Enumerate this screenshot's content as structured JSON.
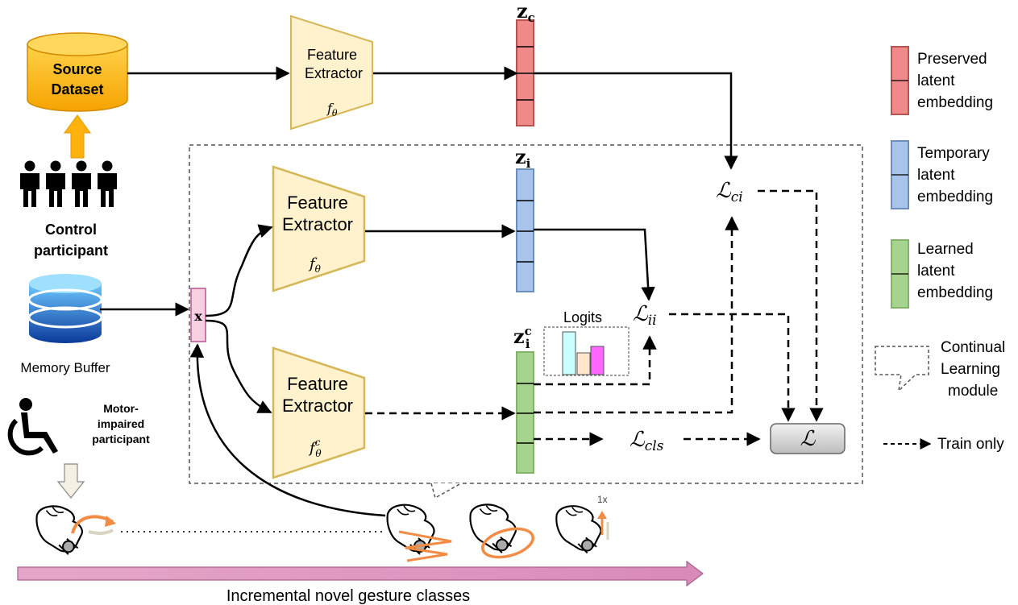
{
  "source_dataset": {
    "line1": "Source",
    "line2": "Dataset"
  },
  "control_participant": {
    "line1": "Control",
    "line2": "participant"
  },
  "memory_buffer": "Memory Buffer",
  "motor_impaired": {
    "line1": "Motor-",
    "line2": "impaired",
    "line3": "participant"
  },
  "extractors": [
    {
      "line1": "Feature",
      "line2": "Extractor",
      "symbol": "f",
      "sub": "θ",
      "sup": ""
    },
    {
      "line1": "Feature",
      "line2": "Extractor",
      "symbol": "f",
      "sub": "θ",
      "sup": ""
    },
    {
      "line1": "Feature",
      "line2": "Extractor",
      "symbol": "f",
      "sub": "θ",
      "sup": "c"
    }
  ],
  "embeddings": {
    "zc": {
      "base": "z",
      "sub": "c",
      "sup": ""
    },
    "zi": {
      "base": "z",
      "sub": "i",
      "sup": ""
    },
    "zic": {
      "base": "z",
      "sub": "i",
      "sup": "c"
    }
  },
  "input_x": "x",
  "logits_label": "Logits",
  "losses": {
    "ci": {
      "base": "ℒ",
      "sub": "ci"
    },
    "ii": {
      "base": "ℒ",
      "sub": "ii"
    },
    "cls": {
      "base": "ℒ",
      "sub": "cls"
    },
    "total": {
      "base": "ℒ"
    }
  },
  "legend": [
    {
      "line1": "Preserved",
      "line2": "latent",
      "line3": "embedding",
      "color": "#f08a8a"
    },
    {
      "line1": "Temporary",
      "line2": "latent",
      "line3": "embedding",
      "color": "#a9c4eb"
    },
    {
      "line1": "Learned",
      "line2": "latent",
      "line3": "embedding",
      "color": "#a6d38d"
    }
  ],
  "legend_module": {
    "line1": "Continual",
    "line2": "Learning",
    "line3": "module"
  },
  "legend_train": "Train only",
  "gesture_count": "1x",
  "bottom_label": "Incremental novel gesture classes",
  "colors": {
    "extractor_fill": "#fff2cc",
    "extractor_stroke": "#d6b656",
    "source_cyl": "#ffb20d",
    "orange": "#f28c44",
    "pink": "#f8cfe0"
  }
}
